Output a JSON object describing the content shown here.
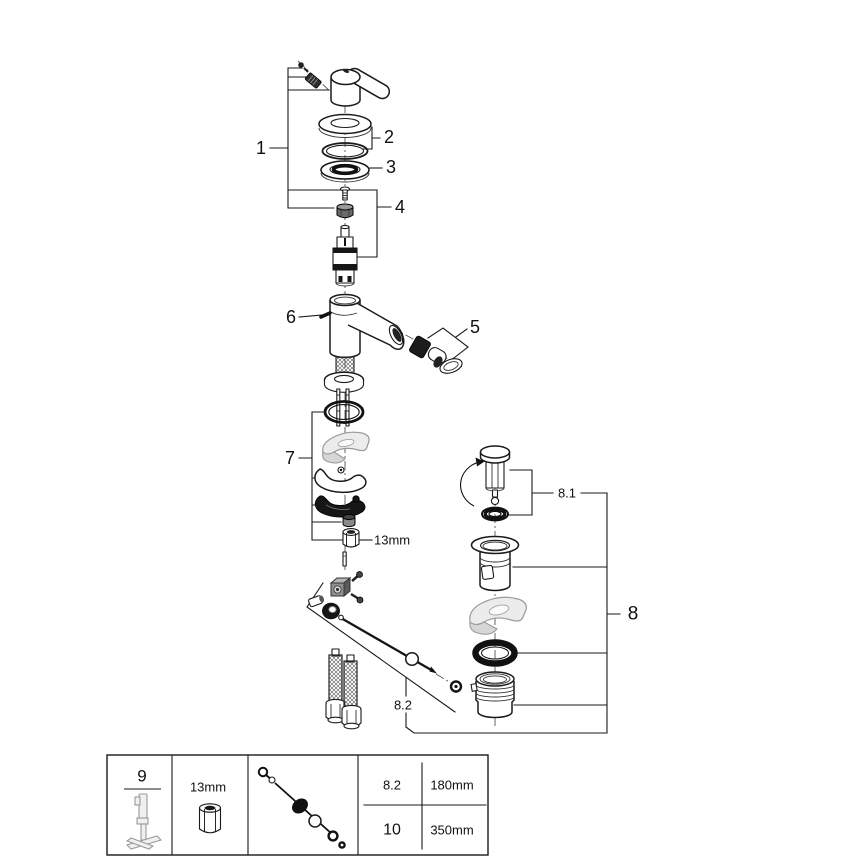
{
  "diagram": {
    "callouts": {
      "n1": "1",
      "n2": "2",
      "n3": "3",
      "n4": "4",
      "n5": "5",
      "n6": "6",
      "n7": "7",
      "n8": "8",
      "n8_1": "8.1",
      "n8_2": "8.2"
    },
    "annotations": {
      "wrench_size": "13mm"
    }
  },
  "legend_table": {
    "tool_ref": "9",
    "wrench_size": "13mm",
    "specs": [
      {
        "ref": "8.2",
        "length": "180mm"
      },
      {
        "ref": "10",
        "length": "350mm"
      }
    ]
  }
}
